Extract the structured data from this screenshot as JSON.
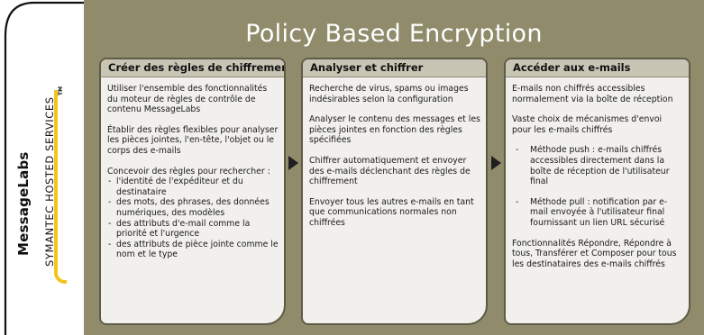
{
  "brand": {
    "name": "MessageLabs",
    "tagline": "SYMANTEC HOSTED SERVICES",
    "trademark": "TM"
  },
  "title": "Policy Based Encryption",
  "colors": {
    "panel_bg": "#8f8b6b",
    "card_bg": "#f1f0ed",
    "card_header": "#c8c5b4",
    "accent_yellow": "#f2c51c",
    "arrow": "#1f1f1f"
  },
  "cards": [
    {
      "heading": "Créer des règles de chiffrement",
      "p1": "Utiliser l'ensemble des fonctionnalités du moteur de règles de contrôle de contenu MessageLabs",
      "p2": "Établir des règles flexibles pour analyser les pièces jointes, l'en-tête, l'objet ou le corps des e-mails",
      "p3": "Concevoir des règles pour rechercher :",
      "list": [
        "l'identité de l'expéditeur et du destinataire",
        "des mots, des phrases, des données numériques, des modèles",
        "des attributs d'e-mail comme la priorité et l'urgence",
        "des attributs de pièce jointe comme le nom et le type"
      ]
    },
    {
      "heading": "Analyser et chiffrer",
      "p1": "Recherche de virus, spams ou images indésirables selon la configuration",
      "p2": "Analyser le contenu des messages et les pièces jointes en fonction des règles spécifiées",
      "p3": "Chiffrer automatiquement et envoyer des e-mails déclenchant des règles de chiffrement",
      "p4": "Envoyer tous les autres e-mails en tant que communications normales non chiffrées"
    },
    {
      "heading": "Accéder aux e-mails",
      "p1": "E-mails non chiffrés accessibles normalement via la boîte de réception",
      "p2": "Vaste choix de mécanismes d'envoi pour les e-mails chiffrés",
      "list": [
        "Méthode push : e-mails chiffrés accessibles directement dans la boîte de réception de l'utilisateur final",
        "Méthode pull : notification par e-mail envoyée à l'utilisateur final fournissant un lien URL sécurisé"
      ],
      "p3": "Fonctionnalités Répondre, Répondre à tous, Transférer et Composer pour tous les destinataires des e-mails chiffrés"
    }
  ]
}
